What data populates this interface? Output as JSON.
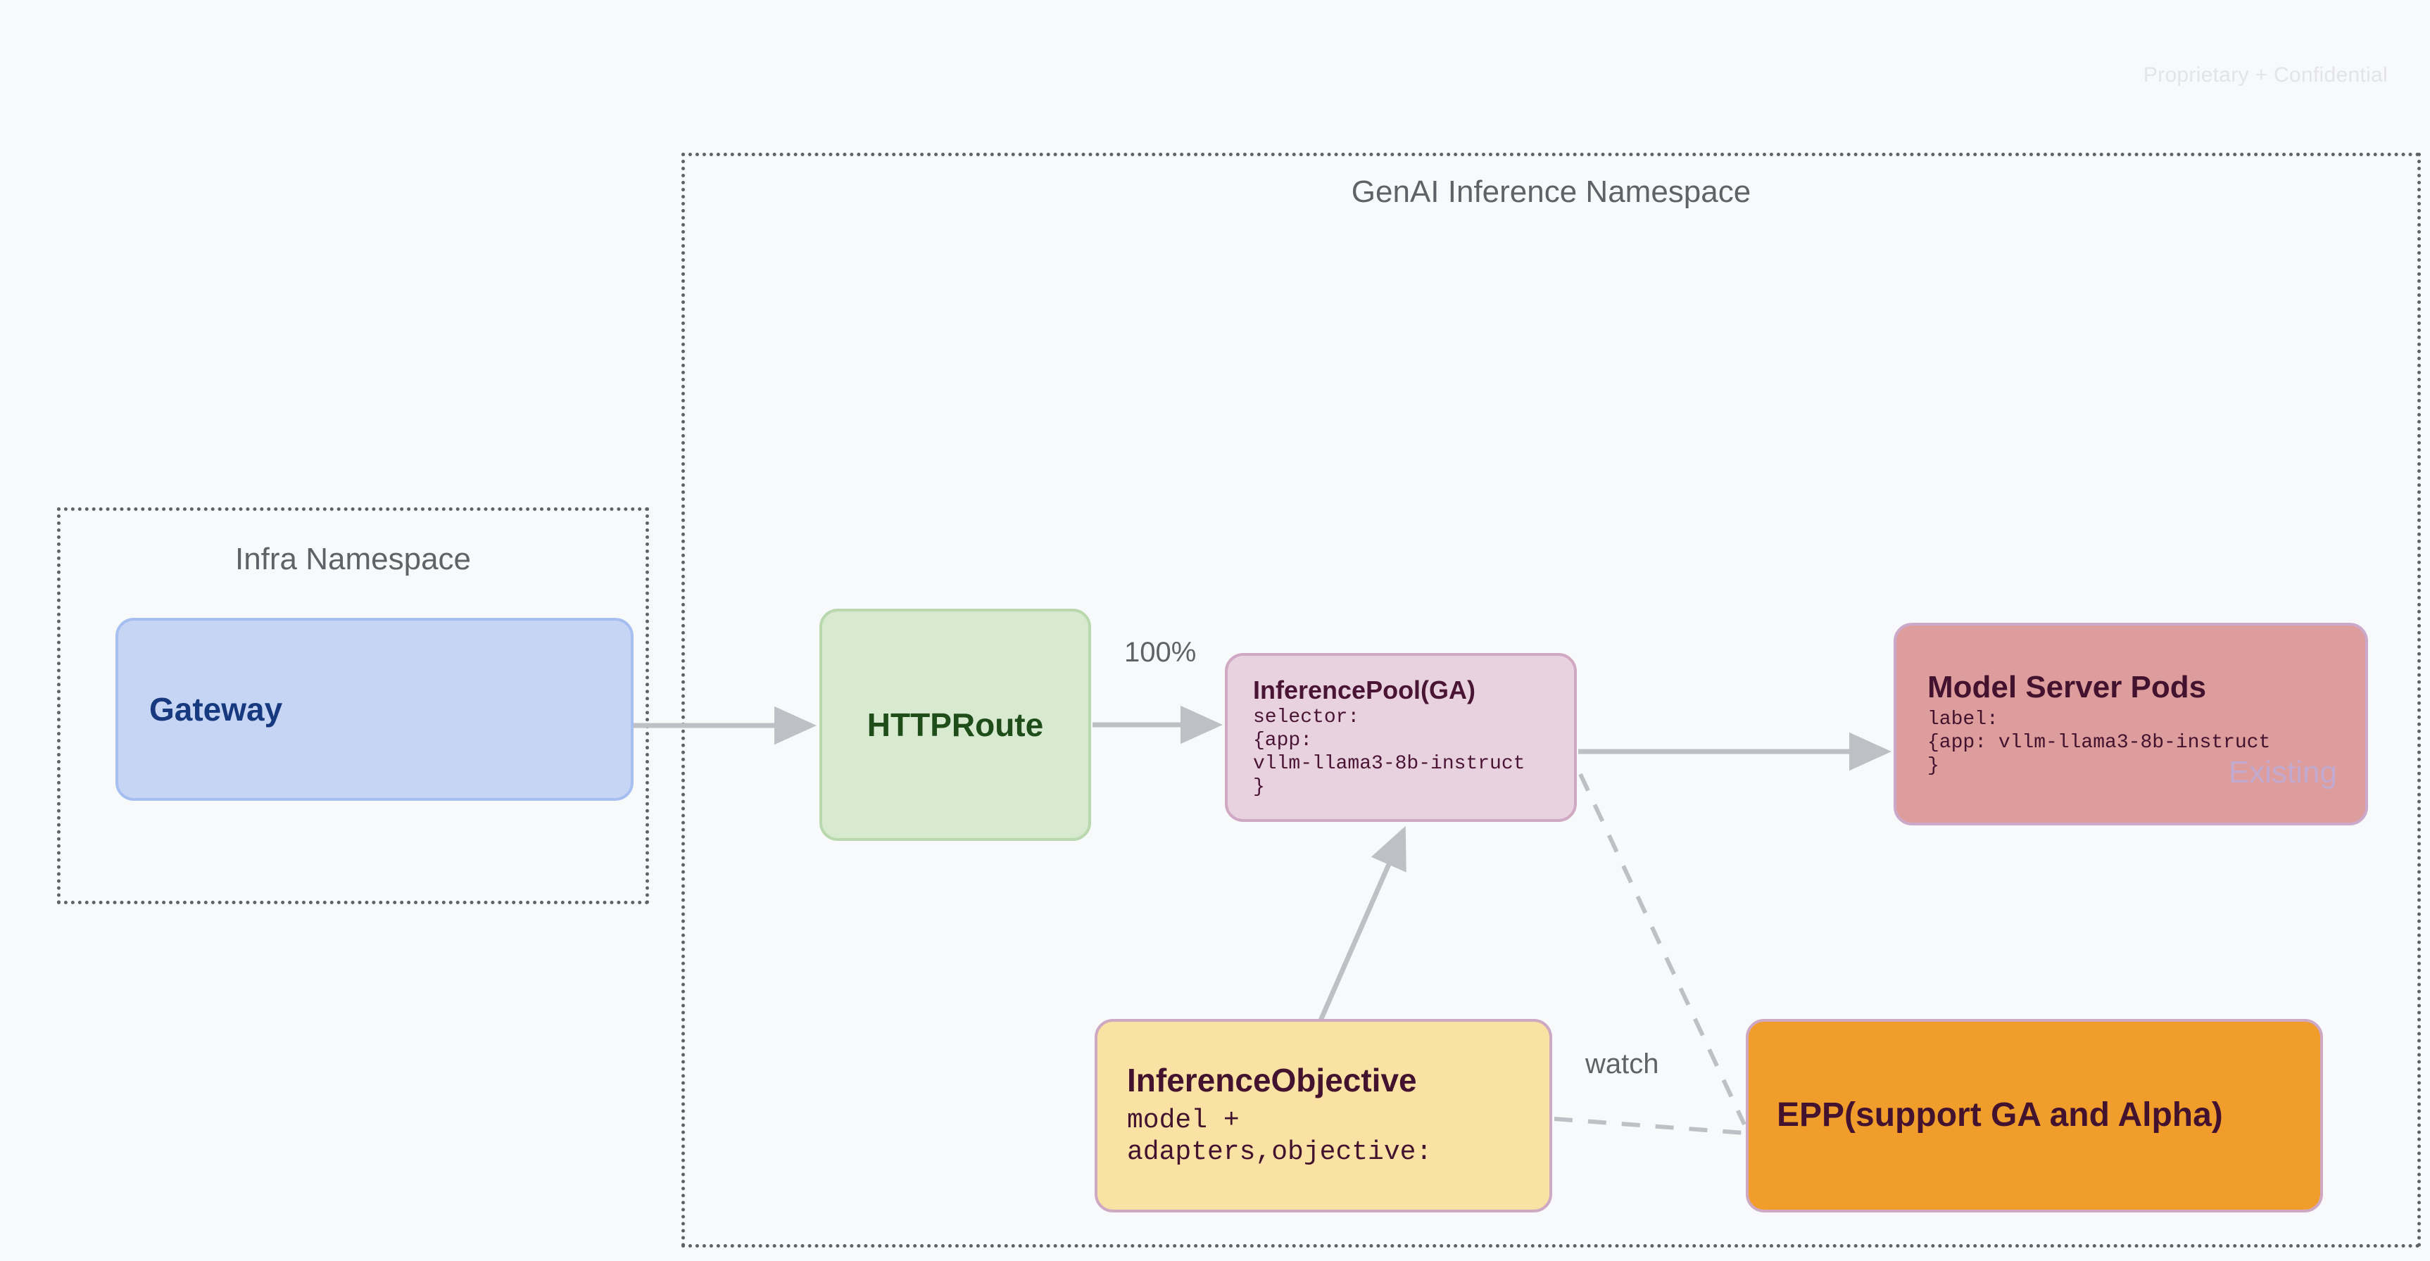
{
  "page": {
    "confidential_notice": "Proprietary + Confidential",
    "background_color": "#f8f9fb"
  },
  "namespaces": [
    {
      "id": "infra",
      "title": "Infra Namespace",
      "border_style": "dotted",
      "border_color": "#5f6368"
    },
    {
      "id": "genai",
      "title": "GenAI Inference Namespace",
      "border_style": "dotted",
      "border_color": "#5f6368"
    }
  ],
  "nodes": {
    "gateway": {
      "title": "Gateway",
      "fill": "#c5d5f3",
      "border": "#a7bef0",
      "text_color": "#17397f"
    },
    "httproute": {
      "title": "HTTPRoute",
      "fill": "#d7ead0",
      "border": "#b9d8ae",
      "text_color": "#1e4d1a"
    },
    "inferencepool": {
      "title": "InferencePool(GA)",
      "body": "selector:\n{app:\nvllm-llama3-8b-instruct\n}",
      "fill": "#e8d2e0",
      "border": "#cfa8c3",
      "text_color": "#4a1534"
    },
    "modelserver": {
      "title": "Model Server Pods",
      "body": "label:\n{app: vllm-llama3-8b-instruct\n}",
      "watermark": "Existing",
      "fill": "#dd9d9d",
      "border": "#cba9ca",
      "text_color": "#43122e",
      "watermark_color": "#c2a9cf"
    },
    "inferenceobjective": {
      "title": "InferenceObjective",
      "body": "model +\nadapters,objective:",
      "fill": "#fae2a4",
      "border": "#cfa8c3",
      "text_color": "#43122e"
    },
    "epp": {
      "title": "EPP(support GA and Alpha)",
      "fill": "#f09d2b",
      "border": "#cfa8c3",
      "text_color": "#43122e"
    }
  },
  "edges": [
    {
      "id": "gateway-to-httproute",
      "from": "gateway",
      "to": "httproute",
      "style": "solid",
      "label": ""
    },
    {
      "id": "httproute-to-inferencepool",
      "from": "httproute",
      "to": "inferencepool",
      "style": "solid",
      "label": "100%"
    },
    {
      "id": "inferencepool-to-modelserver",
      "from": "inferencepool",
      "to": "modelserver",
      "style": "solid",
      "label": ""
    },
    {
      "id": "inferenceobjective-to-inferencepool",
      "from": "inferenceobjective",
      "to": "inferencepool",
      "style": "solid",
      "label": ""
    },
    {
      "id": "inferencepool-to-epp",
      "from": "inferencepool",
      "to": "epp",
      "style": "dashed",
      "label": ""
    },
    {
      "id": "inferenceobjective-to-epp",
      "from": "inferenceobjective",
      "to": "epp",
      "style": "dashed",
      "label": "watch"
    }
  ],
  "edge_labels": {
    "traffic_weight": "100%",
    "watch": "watch"
  },
  "edge_color": "#bdc1c6"
}
